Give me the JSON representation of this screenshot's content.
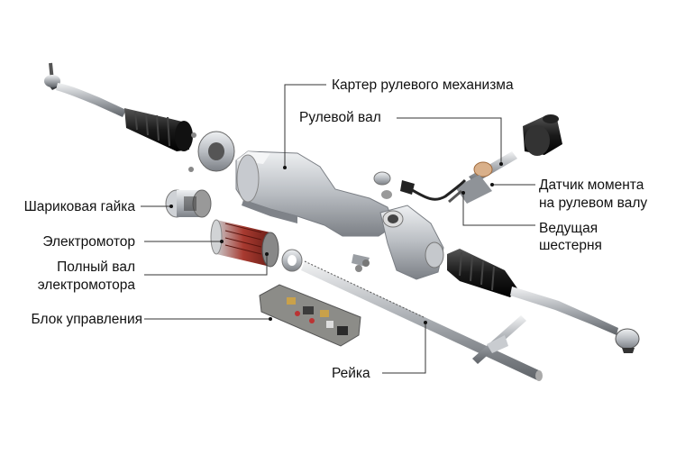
{
  "labels": {
    "steering_gear_housing": "Картер рулевого механизма",
    "steering_shaft": "Рулевой вал",
    "torque_sensor_line1": "Датчик момента",
    "torque_sensor_line2": "на рулевом валу",
    "ball_nut": "Шариковая гайка",
    "electric_motor": "Электромотор",
    "motor_hollow_shaft_line1": "Полный вал",
    "motor_hollow_shaft_line2": "электромотора",
    "pinion_line1": "Ведущая",
    "pinion_line2": "шестерня",
    "control_unit": "Блок управления",
    "rack": "Рейка"
  },
  "colors": {
    "leader_line": "#333333",
    "metal_light": "#d9dcdf",
    "metal_mid": "#a9adb2",
    "metal_dark": "#6c7076",
    "boot_black": "#1e1e1e",
    "motor_red": "#b03a2e",
    "pcb_grey": "#8a8a85"
  }
}
